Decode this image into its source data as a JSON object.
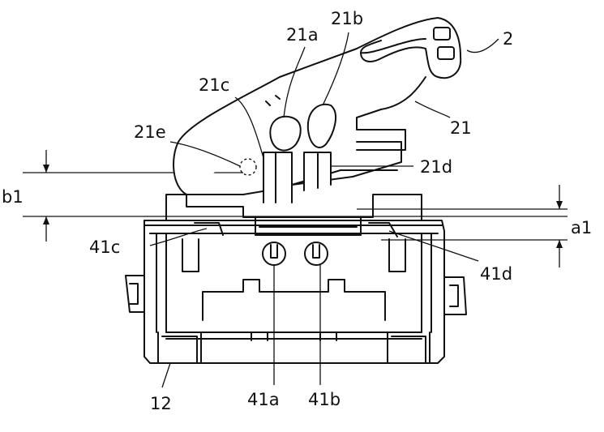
{
  "labels": {
    "l_2": "2",
    "l_21": "21",
    "l_21a": "21a",
    "l_21b": "21b",
    "l_21c": "21c",
    "l_21d": "21d",
    "l_21e": "21e",
    "l_41a": "41a",
    "l_41b": "41b",
    "l_41c": "41c",
    "l_41d": "41d",
    "l_12": "12",
    "l_a1": "a1",
    "l_b1": "b1"
  },
  "colors": {
    "line": "#111111",
    "background": "#ffffff"
  }
}
